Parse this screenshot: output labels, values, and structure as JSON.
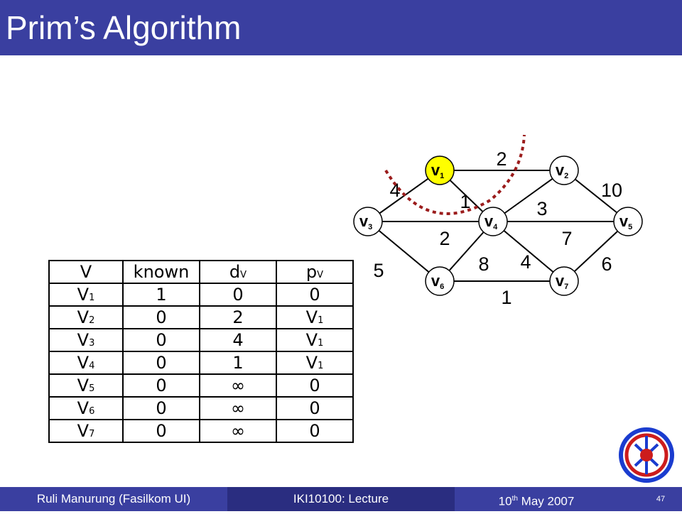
{
  "title": "Prim’s Algorithm",
  "graph": {
    "nodes": [
      {
        "id": "v1",
        "label": "v",
        "sub": "1",
        "highlight": true
      },
      {
        "id": "v2",
        "label": "v",
        "sub": "2",
        "highlight": false
      },
      {
        "id": "v3",
        "label": "v",
        "sub": "3",
        "highlight": false
      },
      {
        "id": "v4",
        "label": "v",
        "sub": "4",
        "highlight": false
      },
      {
        "id": "v5",
        "label": "v",
        "sub": "5",
        "highlight": false
      },
      {
        "id": "v6",
        "label": "v",
        "sub": "6",
        "highlight": false
      },
      {
        "id": "v7",
        "label": "v",
        "sub": "7",
        "highlight": false
      }
    ],
    "edges": [
      {
        "from": "v1",
        "to": "v2",
        "weight": "2"
      },
      {
        "from": "v1",
        "to": "v3",
        "weight": "4"
      },
      {
        "from": "v1",
        "to": "v4",
        "weight": "1"
      },
      {
        "from": "v2",
        "to": "v4",
        "weight": "3"
      },
      {
        "from": "v2",
        "to": "v5",
        "weight": "10"
      },
      {
        "from": "v3",
        "to": "v4",
        "weight": "2"
      },
      {
        "from": "v4",
        "to": "v5",
        "weight": "7"
      },
      {
        "from": "v3",
        "to": "v6",
        "weight": "5"
      },
      {
        "from": "v4",
        "to": "v6",
        "weight": "8"
      },
      {
        "from": "v4",
        "to": "v7",
        "weight": "4"
      },
      {
        "from": "v5",
        "to": "v7",
        "weight": "6"
      },
      {
        "from": "v6",
        "to": "v7",
        "weight": "1"
      }
    ],
    "highlight_color": "#ffff00",
    "cut_color": "#9b1c1c"
  },
  "table": {
    "headers": [
      "V",
      "known",
      "d",
      "p"
    ],
    "header_subs": [
      "",
      "",
      "V",
      "V"
    ],
    "rows": [
      [
        "V1",
        "1",
        "0",
        "0"
      ],
      [
        "V2",
        "0",
        "2",
        "V1"
      ],
      [
        "V3",
        "0",
        "4",
        "V1"
      ],
      [
        "V4",
        "0",
        "1",
        "V1"
      ],
      [
        "V5",
        "0",
        "∞",
        "0"
      ],
      [
        "V6",
        "0",
        "∞",
        "0"
      ],
      [
        "V7",
        "0",
        "∞",
        "0"
      ]
    ]
  },
  "footer": {
    "author": "Ruli Manurung (Fasilkom UI)",
    "course": "IKI10100: Lecture",
    "date_prefix": "10",
    "date_sup": "th",
    "date_suffix": " May 2007",
    "page": "47"
  },
  "colors": {
    "bar": "#3a3fa0",
    "bar_dark": "#2a2d80"
  }
}
